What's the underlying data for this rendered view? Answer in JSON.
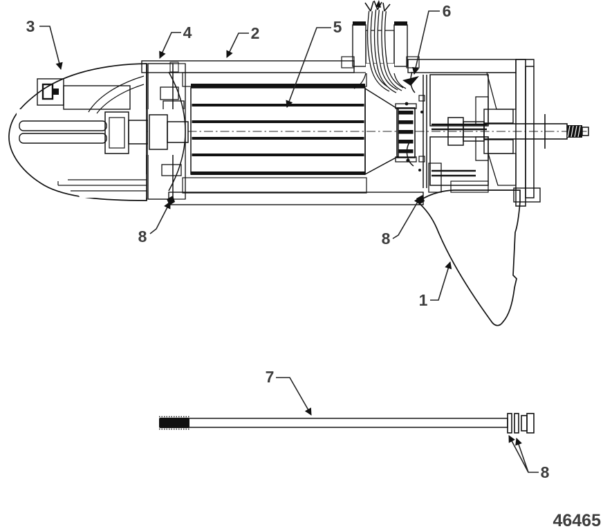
{
  "diagram": {
    "drawing_number": "46465",
    "callouts": {
      "skeg": "1",
      "housing_sleeve": "2",
      "nose_cone": "3",
      "front_end_bell": "4",
      "armature": "5",
      "brush_assembly": "6",
      "tie_rod": "7",
      "screw_front": "8",
      "screw_rear": "8",
      "rod_hardware": "8"
    }
  }
}
